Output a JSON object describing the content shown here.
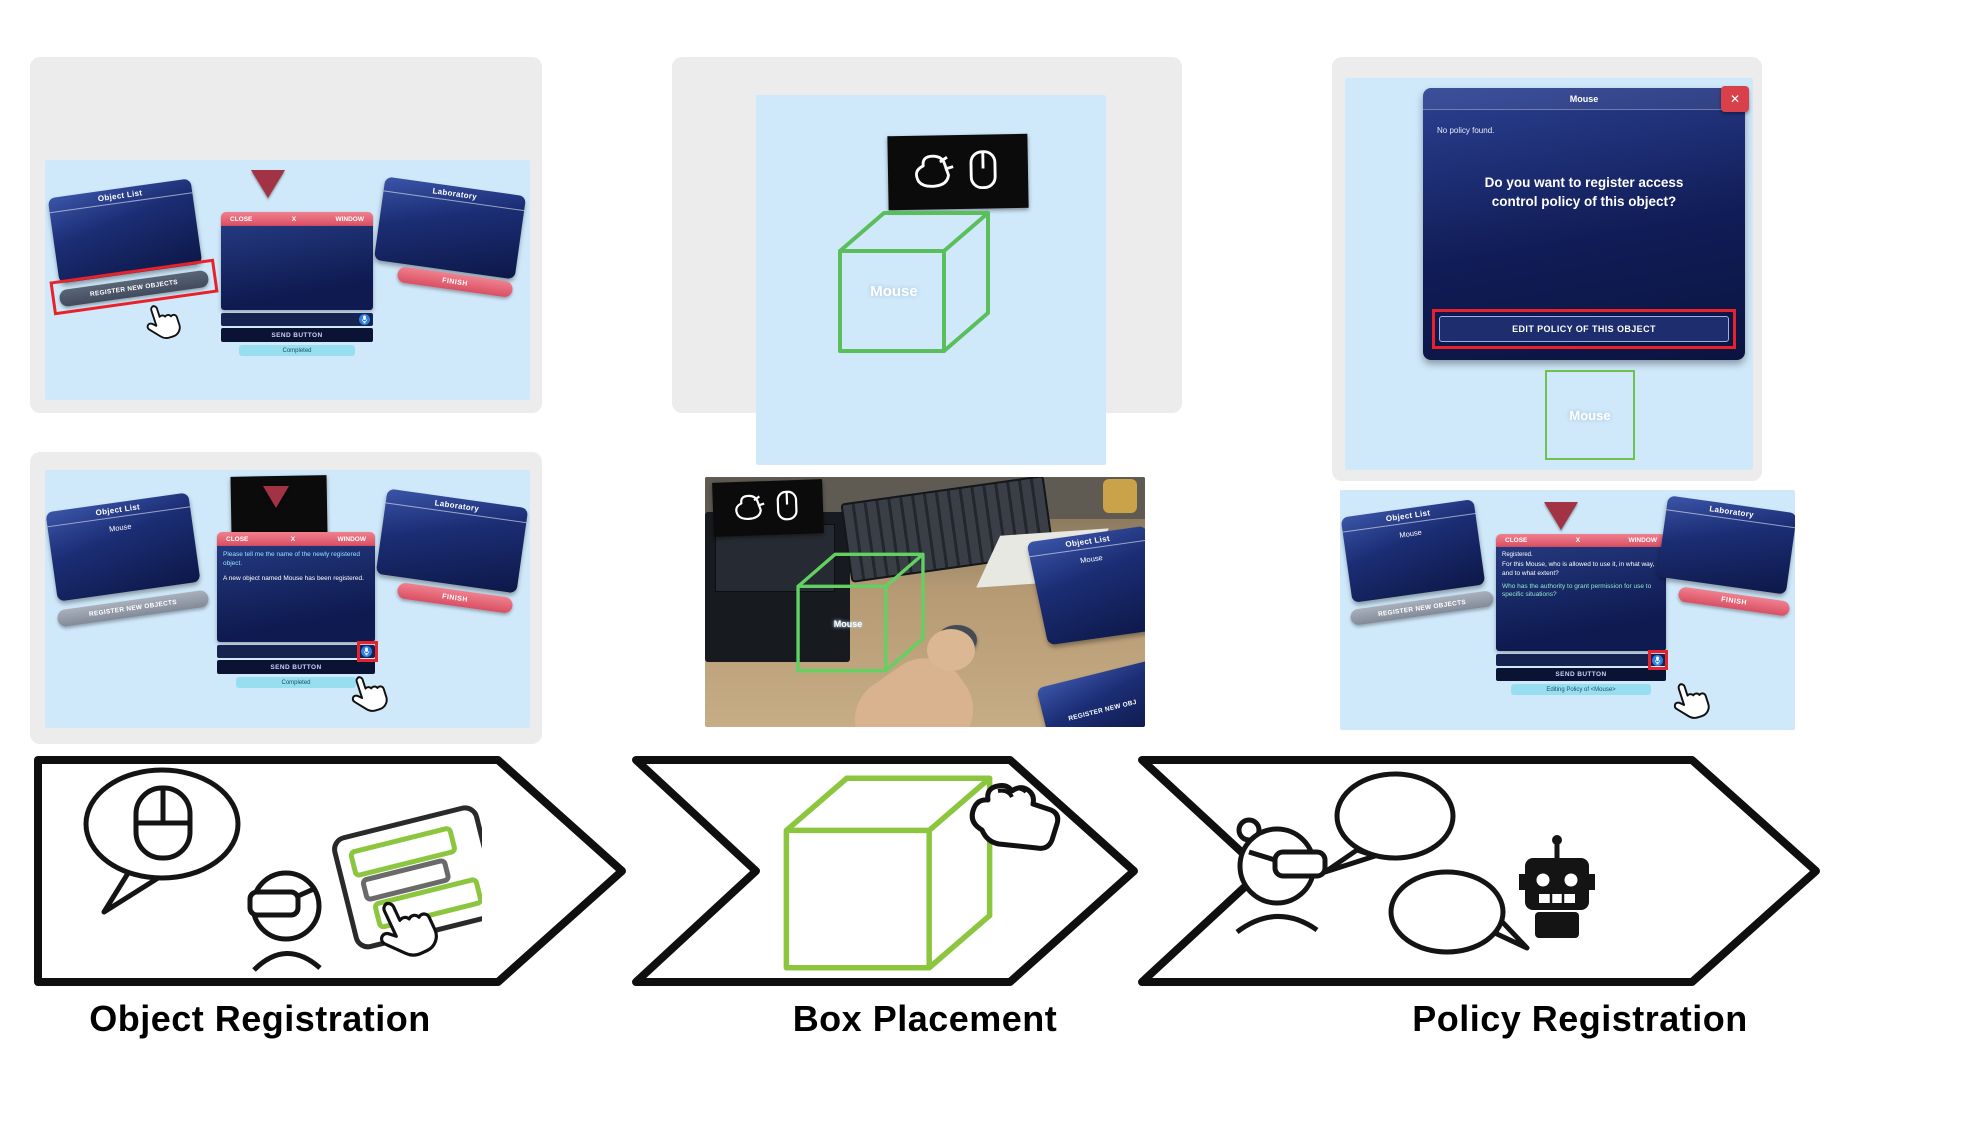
{
  "colors": {
    "panel_navy": "#17246a",
    "titlebar_red": "#e2606f",
    "status_cyan": "#97dff0",
    "wireframe_green": "#6cc24a",
    "highlight_red": "#e8222a",
    "screenshot_bg": "#cfe9fb",
    "backdrop_gray": "#ececec"
  },
  "icons": {
    "close_glyph": "✕",
    "mic": "microphone-icon",
    "gaze": "gaze-cursor-triangle",
    "hand": "pointing-hand"
  },
  "vr_ui": {
    "object_list_title": "Object List",
    "laboratory_title": "Laboratory",
    "register_new_objects": "REGISTER NEW OBJECTS",
    "finish": "FINISH",
    "close": "CLOSE",
    "x": "X",
    "window": "WINDOW",
    "send_button": "SEND BUTTON",
    "completed": "Completed",
    "mouse_item": "Mouse"
  },
  "object_registration": {
    "stage_label": "Object Registration",
    "prompt": "Please tell me the name of the newly registered object.",
    "response": "A new object named Mouse has been registered."
  },
  "box_placement": {
    "stage_label": "Box Placement",
    "cube_label": "Mouse",
    "photo_object_list_title": "Object List",
    "photo_object_list_item": "Mouse",
    "photo_register_partial": "REGISTER NEW OBJ",
    "photo_cube_label": "Mouse"
  },
  "policy_registration": {
    "stage_label": "Policy Registration",
    "dialog_title": "Mouse",
    "no_policy_found": "No policy found.",
    "question": "Do you want to register access control policy of this object?",
    "edit_policy_button": "EDIT POLICY OF THIS OBJECT",
    "cube_label": "Mouse",
    "registered": "Registered.",
    "policy_q1": "For this Mouse, who is allowed to use it, in what way, and to what extent?",
    "policy_q2": "Who has the authority to grant permission for use to specific situations?",
    "editing_status": "Editing Policy of <Mouse>"
  }
}
